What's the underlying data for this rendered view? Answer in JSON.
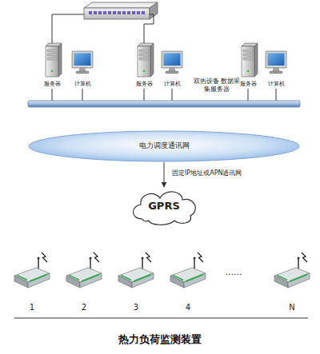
{
  "diagram": {
    "caption": "热力负荷监测装置",
    "nodes": [
      {
        "text": [
          "服务器"
        ]
      },
      {
        "text": [
          "计算机"
        ]
      },
      {
        "text": [
          "服务器"
        ]
      },
      {
        "text": [
          "计算机"
        ]
      },
      {
        "text": [
          "服务器"
        ]
      },
      {
        "text": [
          "计算机"
        ]
      },
      {
        "text": [
          "电力调度通讯网"
        ]
      },
      {
        "text": [
          "GPRS"
        ]
      },
      {
        "text": [
          "1"
        ]
      },
      {
        "text": [
          "2"
        ]
      },
      {
        "text": [
          "3"
        ]
      },
      {
        "text": [
          "4"
        ]
      },
      {
        "text": [
          "N"
        ]
      }
    ],
    "edges": [
      {
        "from": 6,
        "to": 7,
        "label": "固定IP地址或APN通讯网",
        "arrow": "to"
      }
    ],
    "labels": [
      "双热设备 数据采集服务器",
      "......"
    ]
  }
}
